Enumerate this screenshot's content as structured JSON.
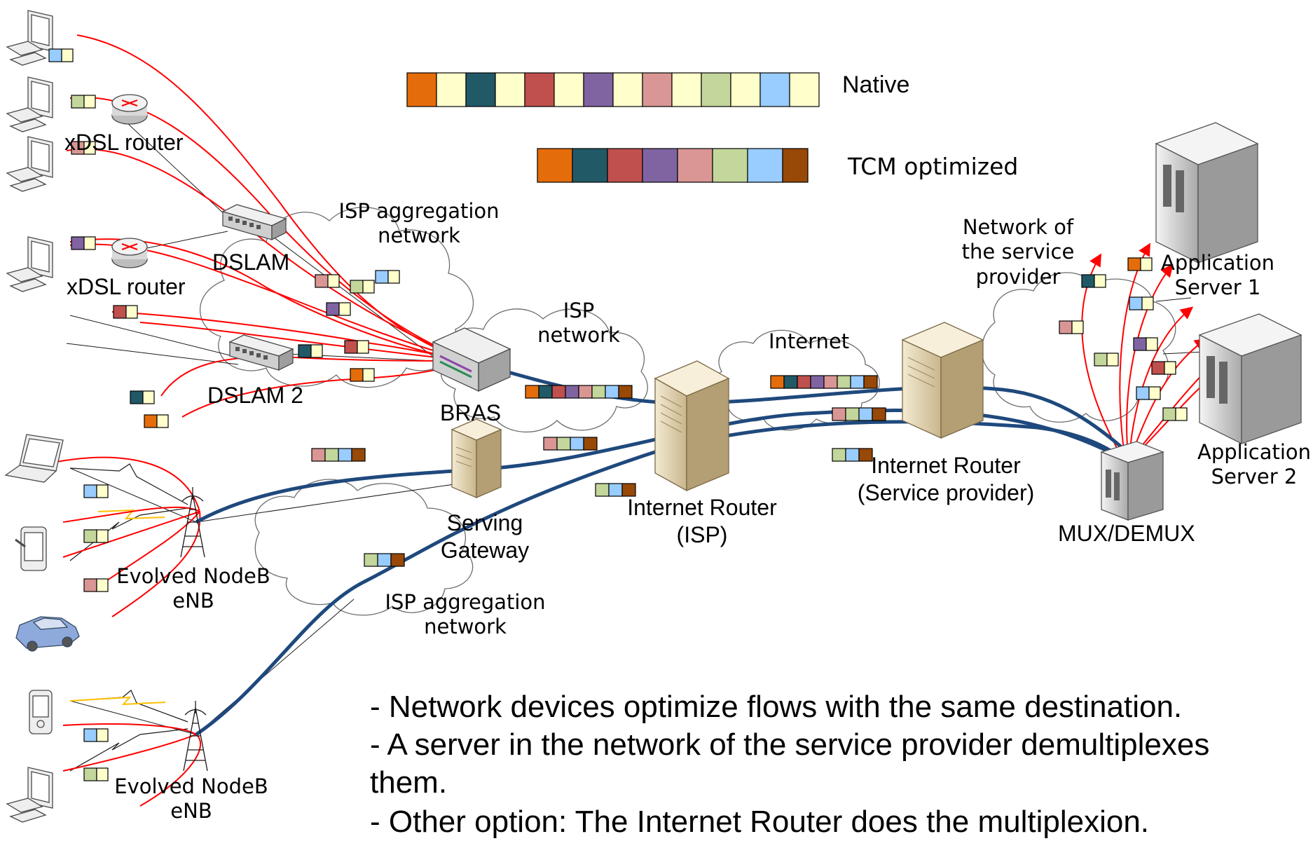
{
  "legend": {
    "native": "Native",
    "optimized": "TCM optimized"
  },
  "labels": {
    "xdsl_router_1": "xDSL router",
    "xdsl_router_2": "xDSL router",
    "dslam": "DSLAM",
    "dslam2": "DSLAM 2",
    "isp_aggregation_top": [
      "ISP aggregation",
      "network"
    ],
    "isp_network": [
      "ISP",
      "network"
    ],
    "bras": "BRAS",
    "internet": "Internet",
    "serving_gateway": [
      "Serving",
      "Gateway"
    ],
    "internet_router_isp": [
      "Internet Router",
      "(ISP)"
    ],
    "internet_router_sp": [
      "Internet Router",
      "(Service provider)"
    ],
    "network_service_provider": [
      "Network of",
      "the service",
      "provider"
    ],
    "app_server_1": [
      "Application",
      "Server 1"
    ],
    "app_server_2": [
      "Application",
      "Server 2"
    ],
    "mux_demux": "MUX/DEMUX",
    "enb_1": [
      "Evolved NodeB",
      "eNB"
    ],
    "enb_2": [
      "Evolved NodeB",
      "eNB"
    ],
    "isp_aggregation_bottom": [
      "ISP aggregation",
      "network"
    ]
  },
  "bullets": [
    "- Network devices optimize flows with the same destination.",
    "- A server in the network of the service provider demultiplexes them.",
    "- Other option: The Internet Router does the multiplexion."
  ],
  "colors": {
    "orange": "#E46C0A",
    "cream": "#FFFFCC",
    "teal": "#215967",
    "red": "#C0504D",
    "purple": "#8064A2",
    "pink": "#D99694",
    "sage": "#C3D69B",
    "lightblue": "#99CCFF",
    "brown": "#984807",
    "navy": "#1F497D",
    "flow": "#FF0000"
  }
}
